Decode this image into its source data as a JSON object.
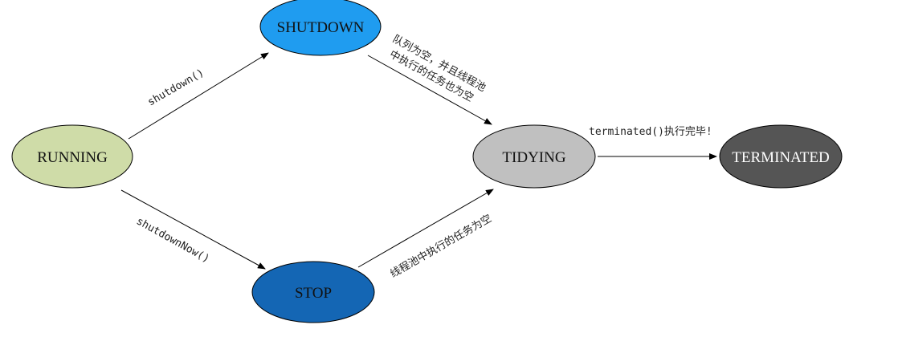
{
  "states": {
    "running": {
      "label": "RUNNING",
      "fill": "#cfdca8",
      "text_color": "#111111"
    },
    "shutdown": {
      "label": "SHUTDOWN",
      "fill": "#1f9cf0",
      "text_color": "#111111"
    },
    "stop": {
      "label": "STOP",
      "fill": "#1466b4",
      "text_color": "#111111"
    },
    "tidying": {
      "label": "TIDYING",
      "fill": "#c0c0c0",
      "text_color": "#111111"
    },
    "terminated": {
      "label": "TERMINATED",
      "fill": "#555555",
      "text_color": "#ffffff"
    }
  },
  "transitions": {
    "running_to_shutdown": "shutdown()",
    "running_to_stop": "shutdownNow()",
    "shutdown_to_tidying_line1": "队列为空，并且线程池",
    "shutdown_to_tidying_line2": "中执行的任务也为空",
    "stop_to_tidying": "线程池中执行的任务为空",
    "tidying_to_terminated": "terminated()执行完毕!"
  }
}
